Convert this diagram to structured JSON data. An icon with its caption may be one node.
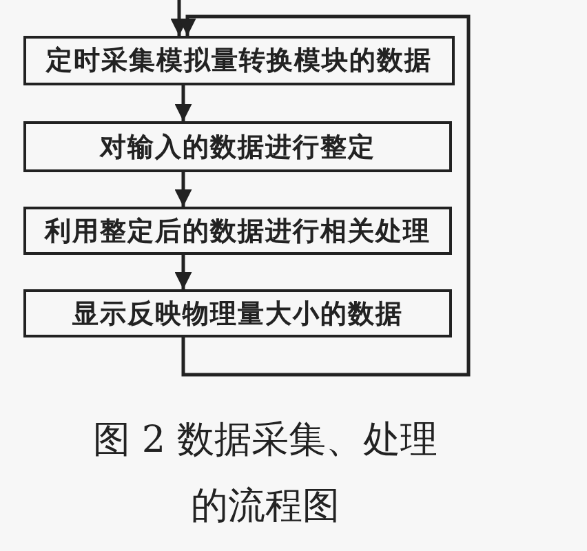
{
  "diagram": {
    "caption": "图 2 数据采集、处理的流程图",
    "nodes": [
      {
        "text": [
          "定时采集模拟量转换模块的数据"
        ]
      },
      {
        "text": [
          "对输入的数据进行整定"
        ]
      },
      {
        "text": [
          "利用整定后的数据进行相关处理"
        ]
      },
      {
        "text": [
          "显示反映物理量大小的数据"
        ]
      }
    ],
    "edges": [
      {
        "from": null,
        "to": 0,
        "arrow": "to"
      },
      {
        "from": 0,
        "to": 1,
        "arrow": "to"
      },
      {
        "from": 1,
        "to": 2,
        "arrow": "to"
      },
      {
        "from": 2,
        "to": 3,
        "arrow": "to"
      },
      {
        "from": 3,
        "to": 0,
        "arrow": "to"
      }
    ]
  }
}
